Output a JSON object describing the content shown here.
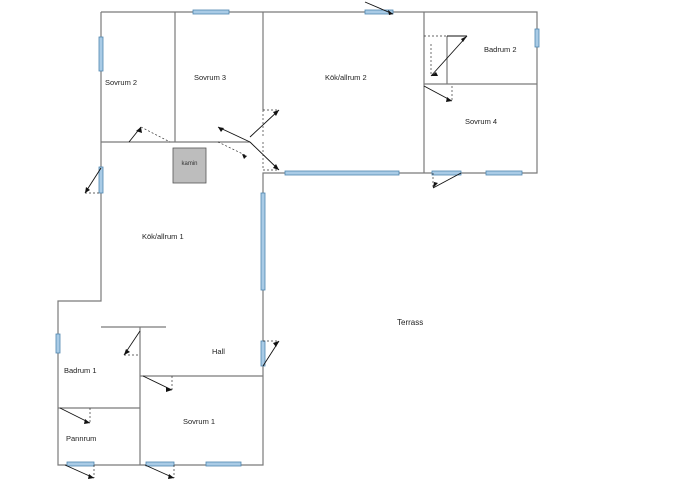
{
  "rooms": {
    "sovrum2": "Sovrum 2",
    "sovrum3": "Sovrum 3",
    "kok2": "Kök/allrum 2",
    "badrum2": "Badrum 2",
    "sovrum4": "Sovrum 4",
    "kok1": "Kök/allrum 1",
    "hall": "Hall",
    "badrum1": "Badrum 1",
    "pannrum": "Pannrum",
    "sovrum1": "Sovrum 1",
    "terrass": "Terrass"
  },
  "fireplace": {
    "label": "kamin"
  },
  "colors": {
    "window_fill": "#a9cbe6",
    "window_stroke": "#4f86b0",
    "wall": "#7a7a7a",
    "fireplace": "#bdbdbd"
  }
}
